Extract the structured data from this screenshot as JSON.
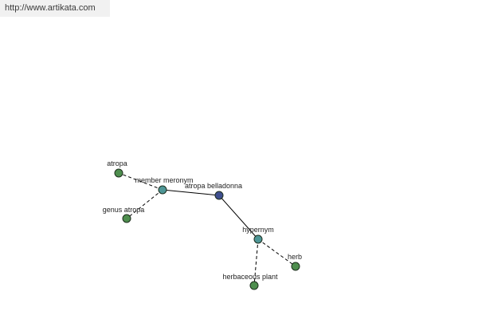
{
  "header": {
    "url_text": "http://www.artikata.com"
  },
  "graph": {
    "colors": {
      "leaf": "#4e8e4e",
      "relation": "#4e9696",
      "center": "#3e4e8e"
    },
    "nodes": [
      {
        "id": "atropa-belladonna",
        "label": "atropa belladonna",
        "kind": "center"
      },
      {
        "id": "member-meronym",
        "label": "member meronym",
        "kind": "relation"
      },
      {
        "id": "hypernym",
        "label": "hypernym",
        "kind": "relation"
      },
      {
        "id": "atropa",
        "label": "atropa",
        "kind": "leaf"
      },
      {
        "id": "genus-atropa",
        "label": "genus atropa",
        "kind": "leaf"
      },
      {
        "id": "herb",
        "label": "herb",
        "kind": "leaf"
      },
      {
        "id": "herbaceous-plant",
        "label": "herbaceous plant",
        "kind": "leaf"
      }
    ],
    "edges": [
      {
        "from": "atropa-belladonna",
        "to": "member-meronym",
        "style": "solid"
      },
      {
        "from": "atropa-belladonna",
        "to": "hypernym",
        "style": "solid"
      },
      {
        "from": "member-meronym",
        "to": "atropa",
        "style": "dashed"
      },
      {
        "from": "member-meronym",
        "to": "genus-atropa",
        "style": "dashed"
      },
      {
        "from": "hypernym",
        "to": "herb",
        "style": "dashed"
      },
      {
        "from": "hypernym",
        "to": "herbaceous-plant",
        "style": "dashed"
      }
    ]
  }
}
